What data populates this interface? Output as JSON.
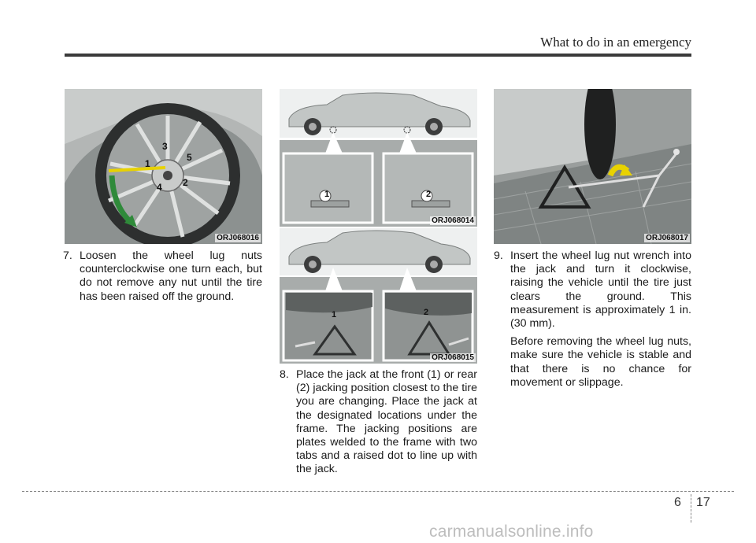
{
  "header": {
    "title": "What to do in an emergency"
  },
  "figures": {
    "wheel": {
      "code": "ORJ068016",
      "callouts": [
        "1",
        "2",
        "3",
        "4",
        "5"
      ]
    },
    "jack_positions": {
      "code": "ORJ068014",
      "callouts": [
        "1",
        "2"
      ]
    },
    "jack_placement": {
      "code": "ORJ068015",
      "callouts": [
        "1",
        "2"
      ]
    },
    "jack_raise": {
      "code": "ORJ068017"
    }
  },
  "steps": {
    "step7": {
      "num": "7.",
      "text": "Loosen the wheel lug nuts counterclockwise one turn each, but do not remove any nut until the tire has been raised off the ground."
    },
    "step8": {
      "num": "8.",
      "text": "Place the jack at the front (1) or rear (2) jacking position closest to the tire you are changing. Place the jack at the designated locations under the frame. The jacking positions are plates welded to the frame with two tabs and a raised dot to line up with the jack."
    },
    "step9": {
      "num": "9.",
      "text": "Insert the wheel lug nut wrench into the jack and turn it clockwise, raising the vehicle until the tire just clears the ground. This measurement is approximately 1 in. (30 mm).",
      "text2": "Before removing the wheel lug nuts, make sure the vehicle is stable and that there is no chance for movement or slippage."
    }
  },
  "footer": {
    "section": "6",
    "page": "17",
    "watermark": "carmanualsonline.info"
  },
  "colors": {
    "arrow_yellow": "#e8d200",
    "arrow_green": "#2f8a3a",
    "photo_gray": "#a8acab"
  }
}
